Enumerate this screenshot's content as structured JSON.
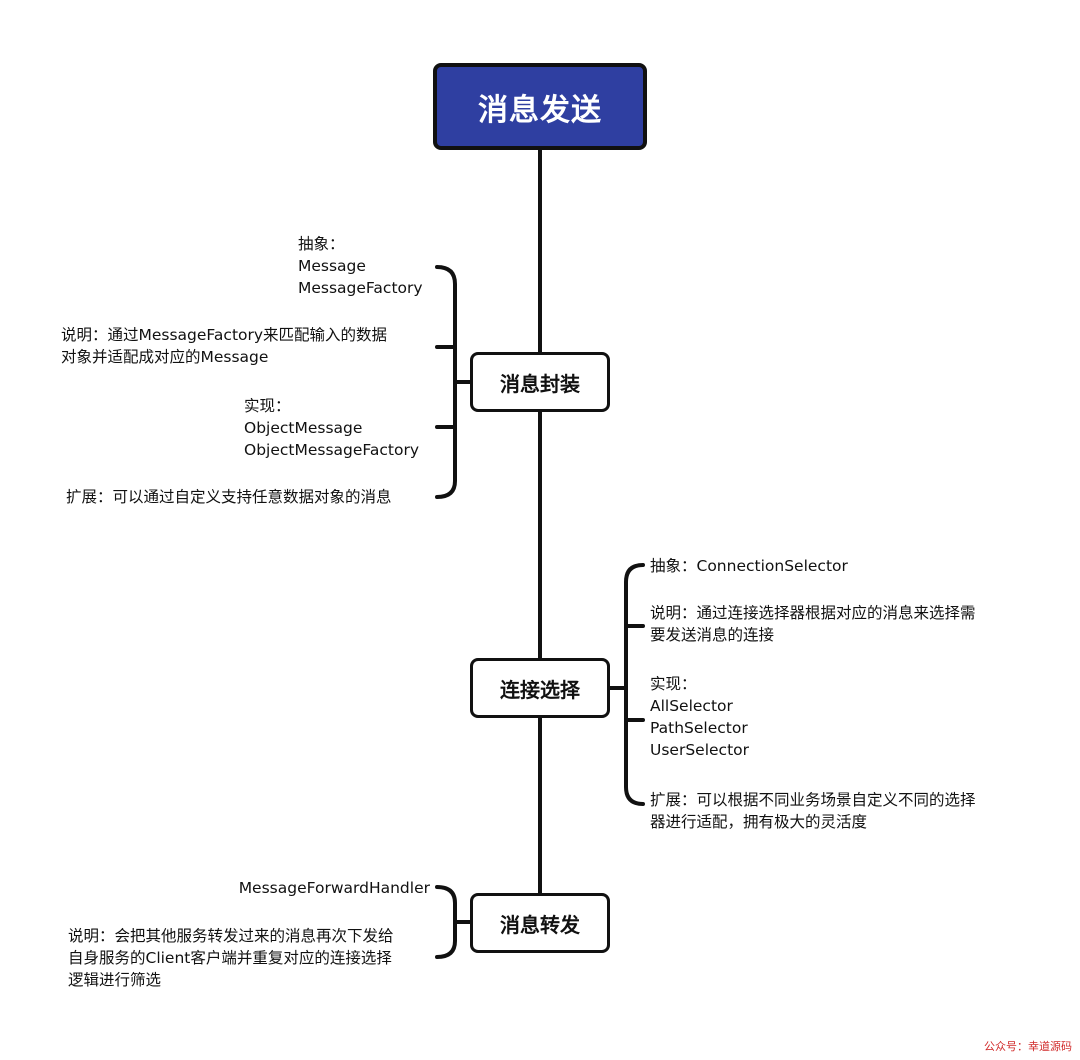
{
  "root": {
    "title": "消息发送",
    "fill_color": "#2f3fa1"
  },
  "nodes": {
    "encapsulation": {
      "label": "消息封装",
      "abstract_text": "抽象：\nMessage\nMessageFactory",
      "description_text": "说明：通过MessageFactory来匹配输入的数据\n对象并适配成对应的Message",
      "implementation_text": "实现：\nObjectMessage\nObjectMessageFactory",
      "extension_text": "扩展：可以通过自定义支持任意数据对象的消息"
    },
    "connection_selection": {
      "label": "连接选择",
      "abstract_text": "抽象：ConnectionSelector",
      "description_text": "说明：通过连接选择器根据对应的消息来选择需\n要发送消息的连接",
      "implementation_text": "实现：\nAllSelector\nPathSelector\nUserSelector",
      "extension_text": "扩展：可以根据不同业务场景自定义不同的选择\n器进行适配，拥有极大的灵活度"
    },
    "forwarding": {
      "label": "消息转发",
      "handler_text": "MessageForwardHandler",
      "description_text": "说明：会把其他服务转发过来的消息再次下发给\n自身服务的Client客户端并重复对应的连接选择\n逻辑进行筛选"
    }
  },
  "watermark": "公众号：幸道源码"
}
